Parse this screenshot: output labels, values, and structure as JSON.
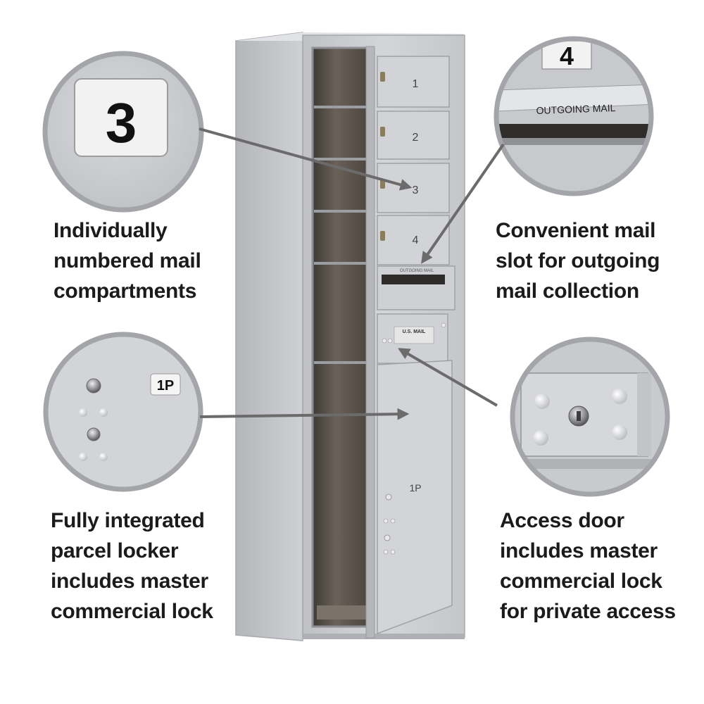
{
  "compartments": [
    {
      "label": "1"
    },
    {
      "label": "2"
    },
    {
      "label": "3"
    },
    {
      "label": "4"
    }
  ],
  "parcel_locker_label": "1P",
  "outgoing_plate_small": "OUTGOING MAIL",
  "usmail_tag": "U.S. MAIL",
  "callouts": {
    "numbered": {
      "zoom_number": "3",
      "caption_lines": [
        "Individually",
        "numbered mail",
        "compartments"
      ]
    },
    "outgoing": {
      "zoom_number": "4",
      "zoom_plate": "OUTGOING MAIL",
      "caption_lines": [
        "Convenient mail",
        "slot for outgoing",
        "mail collection"
      ]
    },
    "parcel": {
      "zoom_label": "1P",
      "caption_lines": [
        "Fully integrated",
        "parcel locker",
        "includes master",
        "commercial lock"
      ]
    },
    "access": {
      "caption_lines": [
        "Access door",
        "includes master",
        "commercial lock",
        "for private access"
      ]
    }
  },
  "colors": {
    "metal": "#c9cacd",
    "metal_light": "#dcdde0",
    "metal_dark": "#a9abaf",
    "interior": "#5a5148",
    "arrow": "#6b6b6b",
    "caption": "#1b1b1b"
  }
}
